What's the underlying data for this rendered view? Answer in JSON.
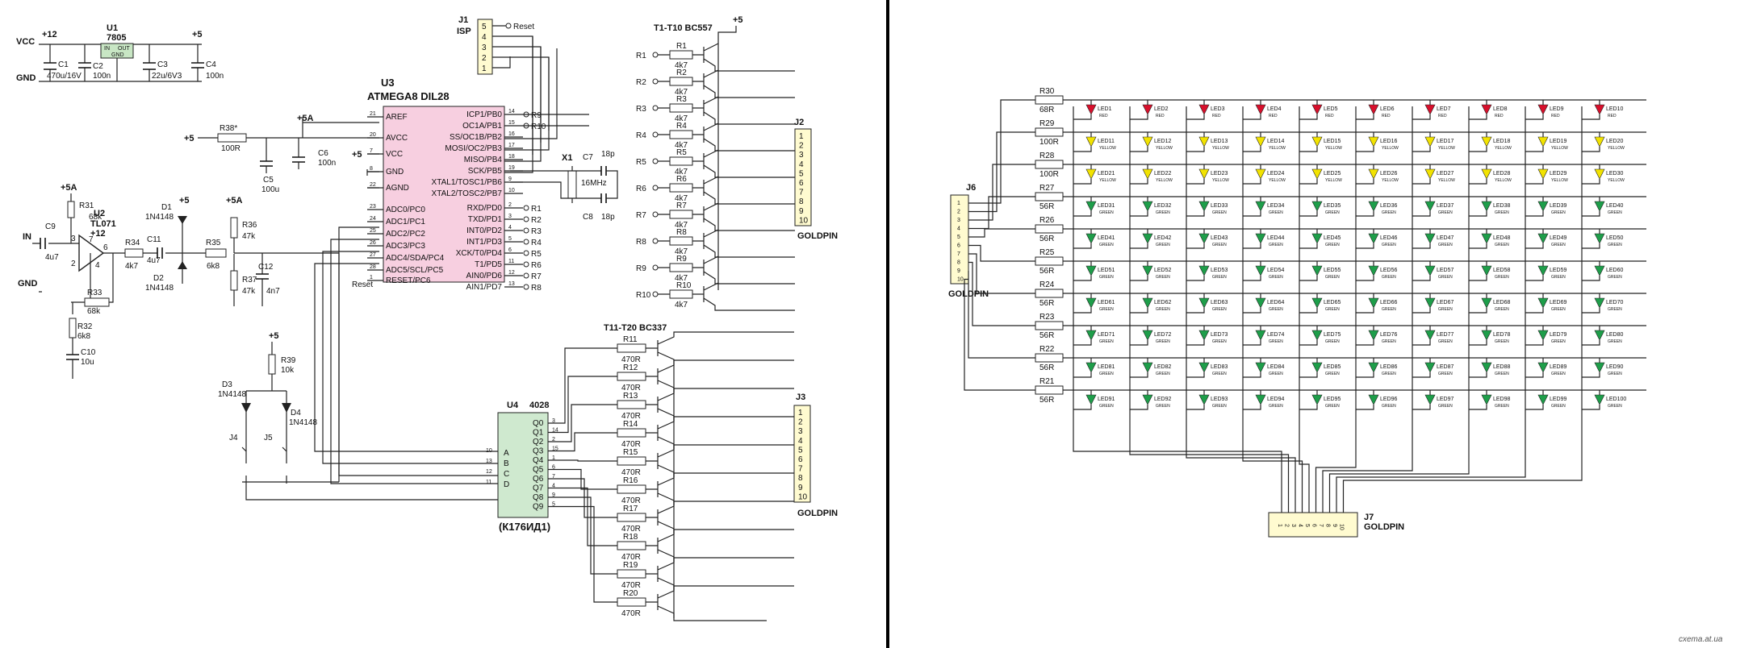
{
  "power": {
    "vcc": "VCC",
    "gnd": "GND",
    "plus12": "+12",
    "plus5": "+5",
    "u1_ref": "U1",
    "u1_part": "7805",
    "u1_in": "IN",
    "u1_out": "OUT",
    "u1_gnd": "GND",
    "c1_ref": "C1",
    "c1_val": "470u/16V",
    "c2_ref": "C2",
    "c2_val": "100n",
    "c3_ref": "C3",
    "c3_val": "22u/6V3",
    "c4_ref": "C4",
    "c4_val": "100n"
  },
  "isp": {
    "ref": "J1",
    "name": "ISP",
    "reset": "Reset",
    "pins": [
      "5",
      "4",
      "3",
      "2",
      "1"
    ]
  },
  "mcu": {
    "ref": "U3",
    "part": "ATMEGA8 DIL28",
    "left_pins": [
      {
        "num": "21",
        "name": "AREF"
      },
      {
        "num": "20",
        "name": "AVCC"
      },
      {
        "num": "7",
        "name": "VCC"
      },
      {
        "num": "8",
        "name": "GND"
      },
      {
        "num": "22",
        "name": "AGND"
      },
      {
        "num": "23",
        "name": "ADC0/PC0"
      },
      {
        "num": "24",
        "name": "ADC1/PC1"
      },
      {
        "num": "25",
        "name": "ADC2/PC2"
      },
      {
        "num": "26",
        "name": "ADC3/PC3"
      },
      {
        "num": "27",
        "name": "ADC4/SDA/PC4"
      },
      {
        "num": "28",
        "name": "ADC5/SCL/PC5"
      },
      {
        "num": "1",
        "name": "RESET/PC6"
      }
    ],
    "right_pins": [
      {
        "num": "14",
        "name": "ICP1/PB0",
        "net": "R9"
      },
      {
        "num": "15",
        "name": "OC1A/PB1",
        "net": "R10"
      },
      {
        "num": "16",
        "name": "SS/OC1B/PB2",
        "net": ""
      },
      {
        "num": "17",
        "name": "MOSI/OC2/PB3",
        "net": ""
      },
      {
        "num": "18",
        "name": "MISO/PB4",
        "net": ""
      },
      {
        "num": "19",
        "name": "SCK/PB5",
        "net": ""
      },
      {
        "num": "9",
        "name": "XTAL1/TOSC1/PB6",
        "net": ""
      },
      {
        "num": "10",
        "name": "XTAL2/TOSC2/PB7",
        "net": ""
      },
      {
        "num": "2",
        "name": "RXD/PD0",
        "net": "R1"
      },
      {
        "num": "3",
        "name": "TXD/PD1",
        "net": "R2"
      },
      {
        "num": "4",
        "name": "INT0/PD2",
        "net": "R3"
      },
      {
        "num": "5",
        "name": "INT1/PD3",
        "net": "R4"
      },
      {
        "num": "6",
        "name": "XCK/T0/PD4",
        "net": "R5"
      },
      {
        "num": "11",
        "name": "T1/PD5",
        "net": "R6"
      },
      {
        "num": "12",
        "name": "AIN0/PD6",
        "net": "R7"
      },
      {
        "num": "13",
        "name": "AIN1/PD7",
        "net": "R8"
      }
    ],
    "reset": "Reset"
  },
  "misc": {
    "r38_ref": "R38*",
    "r38_val": "100R",
    "c5_ref": "C5",
    "c5_val": "100u",
    "c6_ref": "C6",
    "c6_val": "100n",
    "plus5a": "+5A",
    "plus5": "+5",
    "x1_ref": "X1",
    "x1_val": "16MHz",
    "c7_ref": "C7",
    "c7_val": "18p",
    "c8_ref": "C8",
    "c8_val": "18p"
  },
  "analog": {
    "in": "IN",
    "gnd": "GND",
    "plus5a": "+5A",
    "plus12": "+12",
    "u2_ref": "U2",
    "u2_part": "TL071",
    "parts": [
      {
        "ref": "R31",
        "val": "68k"
      },
      {
        "ref": "C9",
        "val": "4u7"
      },
      {
        "ref": "R34",
        "val": "4k7"
      },
      {
        "ref": "C11",
        "val": "4u7"
      },
      {
        "ref": "R35",
        "val": "6k8"
      },
      {
        "ref": "R36",
        "val": "47k"
      },
      {
        "ref": "R37",
        "val": "47k"
      },
      {
        "ref": "C12",
        "val": "4n7"
      },
      {
        "ref": "R33",
        "val": "68k"
      },
      {
        "ref": "R32",
        "val": "6k8"
      },
      {
        "ref": "C10",
        "val": "10u"
      },
      {
        "ref": "D1",
        "val": "1N4148"
      },
      {
        "ref": "D2",
        "val": "1N4148"
      },
      {
        "ref": "R39",
        "val": "10k"
      },
      {
        "ref": "D3",
        "val": "1N4148"
      },
      {
        "ref": "D4",
        "val": "1N4148"
      }
    ],
    "j4": "J4",
    "j5": "J5",
    "plus5": "+5",
    "op_pins": [
      "3",
      "2",
      "6",
      "7",
      "4"
    ]
  },
  "pnp": {
    "title": "T1-T10 BC557",
    "plus5": "+5",
    "rows": [
      {
        "net": "R1",
        "ref": "R1",
        "val": "4k7"
      },
      {
        "net": "R2",
        "ref": "R2",
        "val": "4k7"
      },
      {
        "net": "R3",
        "ref": "R3",
        "val": "4k7"
      },
      {
        "net": "R4",
        "ref": "R4",
        "val": "4k7"
      },
      {
        "net": "R5",
        "ref": "R5",
        "val": "4k7"
      },
      {
        "net": "R6",
        "ref": "R6",
        "val": "4k7"
      },
      {
        "net": "R7",
        "ref": "R7",
        "val": "4k7"
      },
      {
        "net": "R8",
        "ref": "R8",
        "val": "4k7"
      },
      {
        "net": "R9",
        "ref": "R9",
        "val": "4k7"
      },
      {
        "net": "R10",
        "ref": "R10",
        "val": "4k7"
      }
    ]
  },
  "j2": {
    "ref": "J2",
    "name": "GOLDPIN",
    "pins": [
      "1",
      "2",
      "3",
      "4",
      "5",
      "6",
      "7",
      "8",
      "9",
      "10"
    ]
  },
  "npn": {
    "title": "T11-T20 BC337",
    "rows": [
      {
        "ref": "R11",
        "val": "470R"
      },
      {
        "ref": "R12",
        "val": "470R"
      },
      {
        "ref": "R13",
        "val": "470R"
      },
      {
        "ref": "R14",
        "val": "470R"
      },
      {
        "ref": "R15",
        "val": "470R"
      },
      {
        "ref": "R16",
        "val": "470R"
      },
      {
        "ref": "R17",
        "val": "470R"
      },
      {
        "ref": "R18",
        "val": "470R"
      },
      {
        "ref": "R19",
        "val": "470R"
      },
      {
        "ref": "R20",
        "val": "470R"
      }
    ]
  },
  "decoder": {
    "ref": "U4",
    "part": "4028",
    "alt": "(К176ИД1)",
    "inputs": [
      "A",
      "B",
      "C",
      "D"
    ],
    "input_nums": [
      "10",
      "13",
      "12",
      "11"
    ],
    "outputs": [
      "Q0",
      "Q1",
      "Q2",
      "Q3",
      "Q4",
      "Q5",
      "Q6",
      "Q7",
      "Q8",
      "Q9"
    ],
    "output_nums": [
      "3",
      "14",
      "2",
      "15",
      "1",
      "6",
      "7",
      "4",
      "9",
      "5"
    ]
  },
  "j3": {
    "ref": "J3",
    "name": "GOLDPIN",
    "pins": [
      "1",
      "2",
      "3",
      "4",
      "5",
      "6",
      "7",
      "8",
      "9",
      "10"
    ]
  },
  "matrix": {
    "j6": {
      "ref": "J6",
      "name": "GOLDPIN",
      "pins": [
        "1",
        "2",
        "3",
        "4",
        "5",
        "6",
        "7",
        "8",
        "9",
        "10"
      ]
    },
    "j7": {
      "ref": "J7",
      "name": "GOLDPIN",
      "pins": [
        "1",
        "2",
        "3",
        "4",
        "5",
        "6",
        "7",
        "8",
        "9",
        "10"
      ]
    },
    "row_res": [
      {
        "ref": "R30",
        "val": "68R"
      },
      {
        "ref": "R29",
        "val": "100R"
      },
      {
        "ref": "R28",
        "val": "100R"
      },
      {
        "ref": "R27",
        "val": "56R"
      },
      {
        "ref": "R26",
        "val": "56R"
      },
      {
        "ref": "R25",
        "val": "56R"
      },
      {
        "ref": "R24",
        "val": "56R"
      },
      {
        "ref": "R23",
        "val": "56R"
      },
      {
        "ref": "R22",
        "val": "56R"
      },
      {
        "ref": "R21",
        "val": "56R"
      }
    ],
    "row_colors": [
      "RED",
      "YELLOW",
      "YELLOW",
      "GREEN",
      "GREEN",
      "GREEN",
      "GREEN",
      "GREEN",
      "GREEN",
      "GREEN"
    ],
    "led_prefix": "LED",
    "colors": {
      "RED": "#d8102c",
      "YELLOW": "#f2e300",
      "GREEN": "#1e9e4a"
    }
  },
  "footer": {
    "site": "cxema.at.ua"
  }
}
